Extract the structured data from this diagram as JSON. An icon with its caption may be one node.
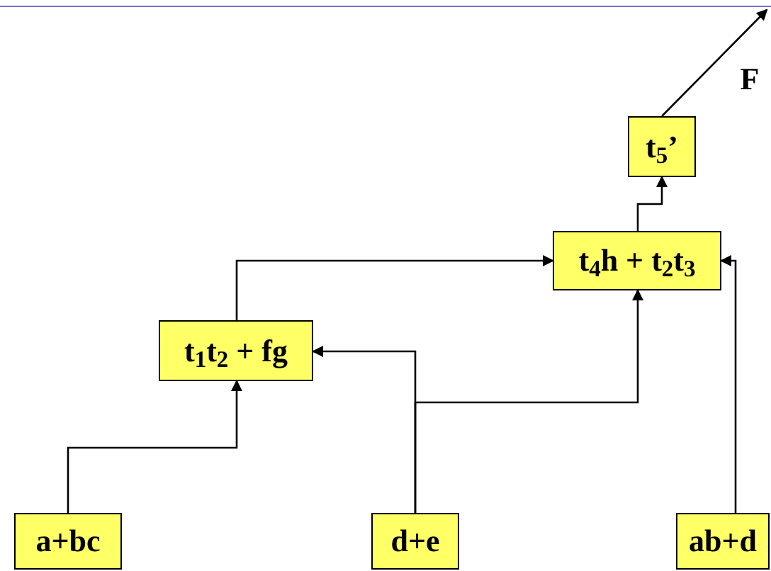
{
  "diagram": {
    "nodes": [
      {
        "text": [
          "t$_{5}$’"
        ]
      },
      {
        "text": [
          "t$_{4}$h + t$_{2}$t$_{3}$"
        ]
      },
      {
        "text": [
          "t$_{1}$t$_{2}$ + fg"
        ]
      },
      {
        "text": [
          "a+bc"
        ]
      },
      {
        "text": [
          "d+e"
        ]
      },
      {
        "text": [
          "ab+d"
        ]
      }
    ],
    "edges": [
      {
        "from": 0,
        "to": null,
        "arrow": "to",
        "label": "F"
      },
      {
        "from": 1,
        "to": 0,
        "arrow": "to"
      },
      {
        "from": 2,
        "to": 1,
        "arrow": "to"
      },
      {
        "from": 5,
        "to": 1,
        "arrow": "to"
      },
      {
        "from": 4,
        "to": 2,
        "arrow": "to"
      },
      {
        "from": 4,
        "to": 1,
        "arrow": "to"
      },
      {
        "from": 3,
        "to": 2,
        "arrow": "to"
      }
    ]
  }
}
